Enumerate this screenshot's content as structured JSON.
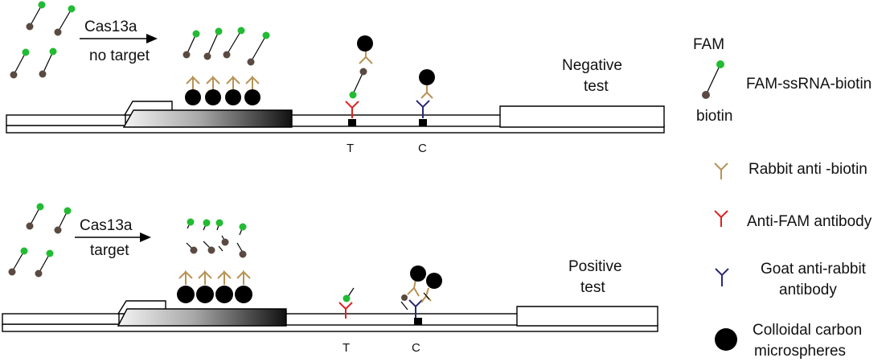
{
  "colors": {
    "fam": "#22bb33",
    "biotin": "#5a4a42",
    "rabbit_anti_biotin": "#b89255",
    "anti_fam": "#dd2222",
    "goat_anti_rabbit": "#2a2a77",
    "carbon": "#000000",
    "outline": "#000000",
    "gradient_dark": "#111111",
    "gradient_light": "#f4f4f4"
  },
  "panels": {
    "negative": {
      "arrow_top": "Cas13a",
      "arrow_bottom": "no target",
      "result_line1": "Negative",
      "result_line2": "test",
      "test_line": "T",
      "control_line": "C"
    },
    "positive": {
      "arrow_top": "Cas13a",
      "arrow_bottom": "target",
      "result_line1": "Positive",
      "result_line2": "test",
      "test_line": "T",
      "control_line": "C"
    }
  },
  "legend": {
    "fam_label": "FAM",
    "biotin_label": "biotin",
    "reporter": "FAM-ssRNA-biotin",
    "rabbit_anti_biotin": "Rabbit anti -biotin",
    "anti_fam": "Anti-FAM antibody",
    "goat_anti_rabbit_line1": "Goat anti-rabbit",
    "goat_anti_rabbit_line2": "antibody",
    "colloidal_line1": "Colloidal carbon",
    "colloidal_line2": "microspheres"
  }
}
